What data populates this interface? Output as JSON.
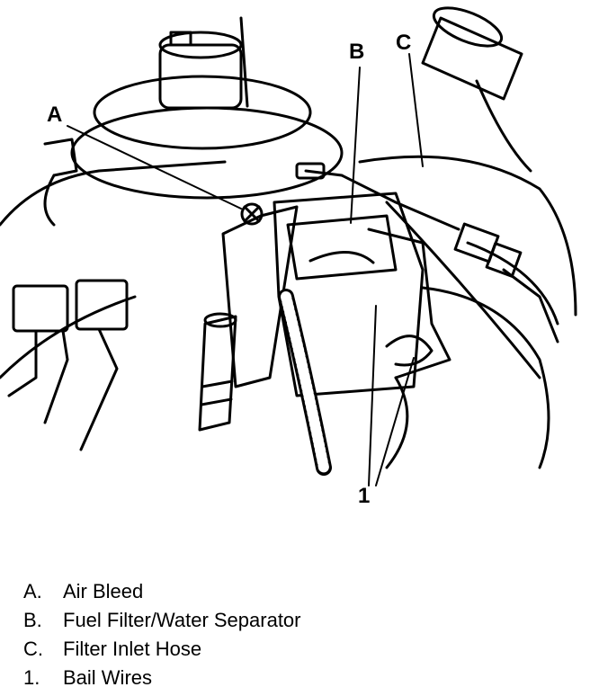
{
  "callouts": {
    "a": "A",
    "b": "B",
    "c": "C",
    "one": "1"
  },
  "legend": [
    {
      "key": "A.",
      "text": "Air Bleed"
    },
    {
      "key": "B.",
      "text": "Fuel Filter/Water Separator"
    },
    {
      "key": "C.",
      "text": "Filter Inlet Hose"
    },
    {
      "key": "1.",
      "text": "Bail Wires"
    }
  ]
}
